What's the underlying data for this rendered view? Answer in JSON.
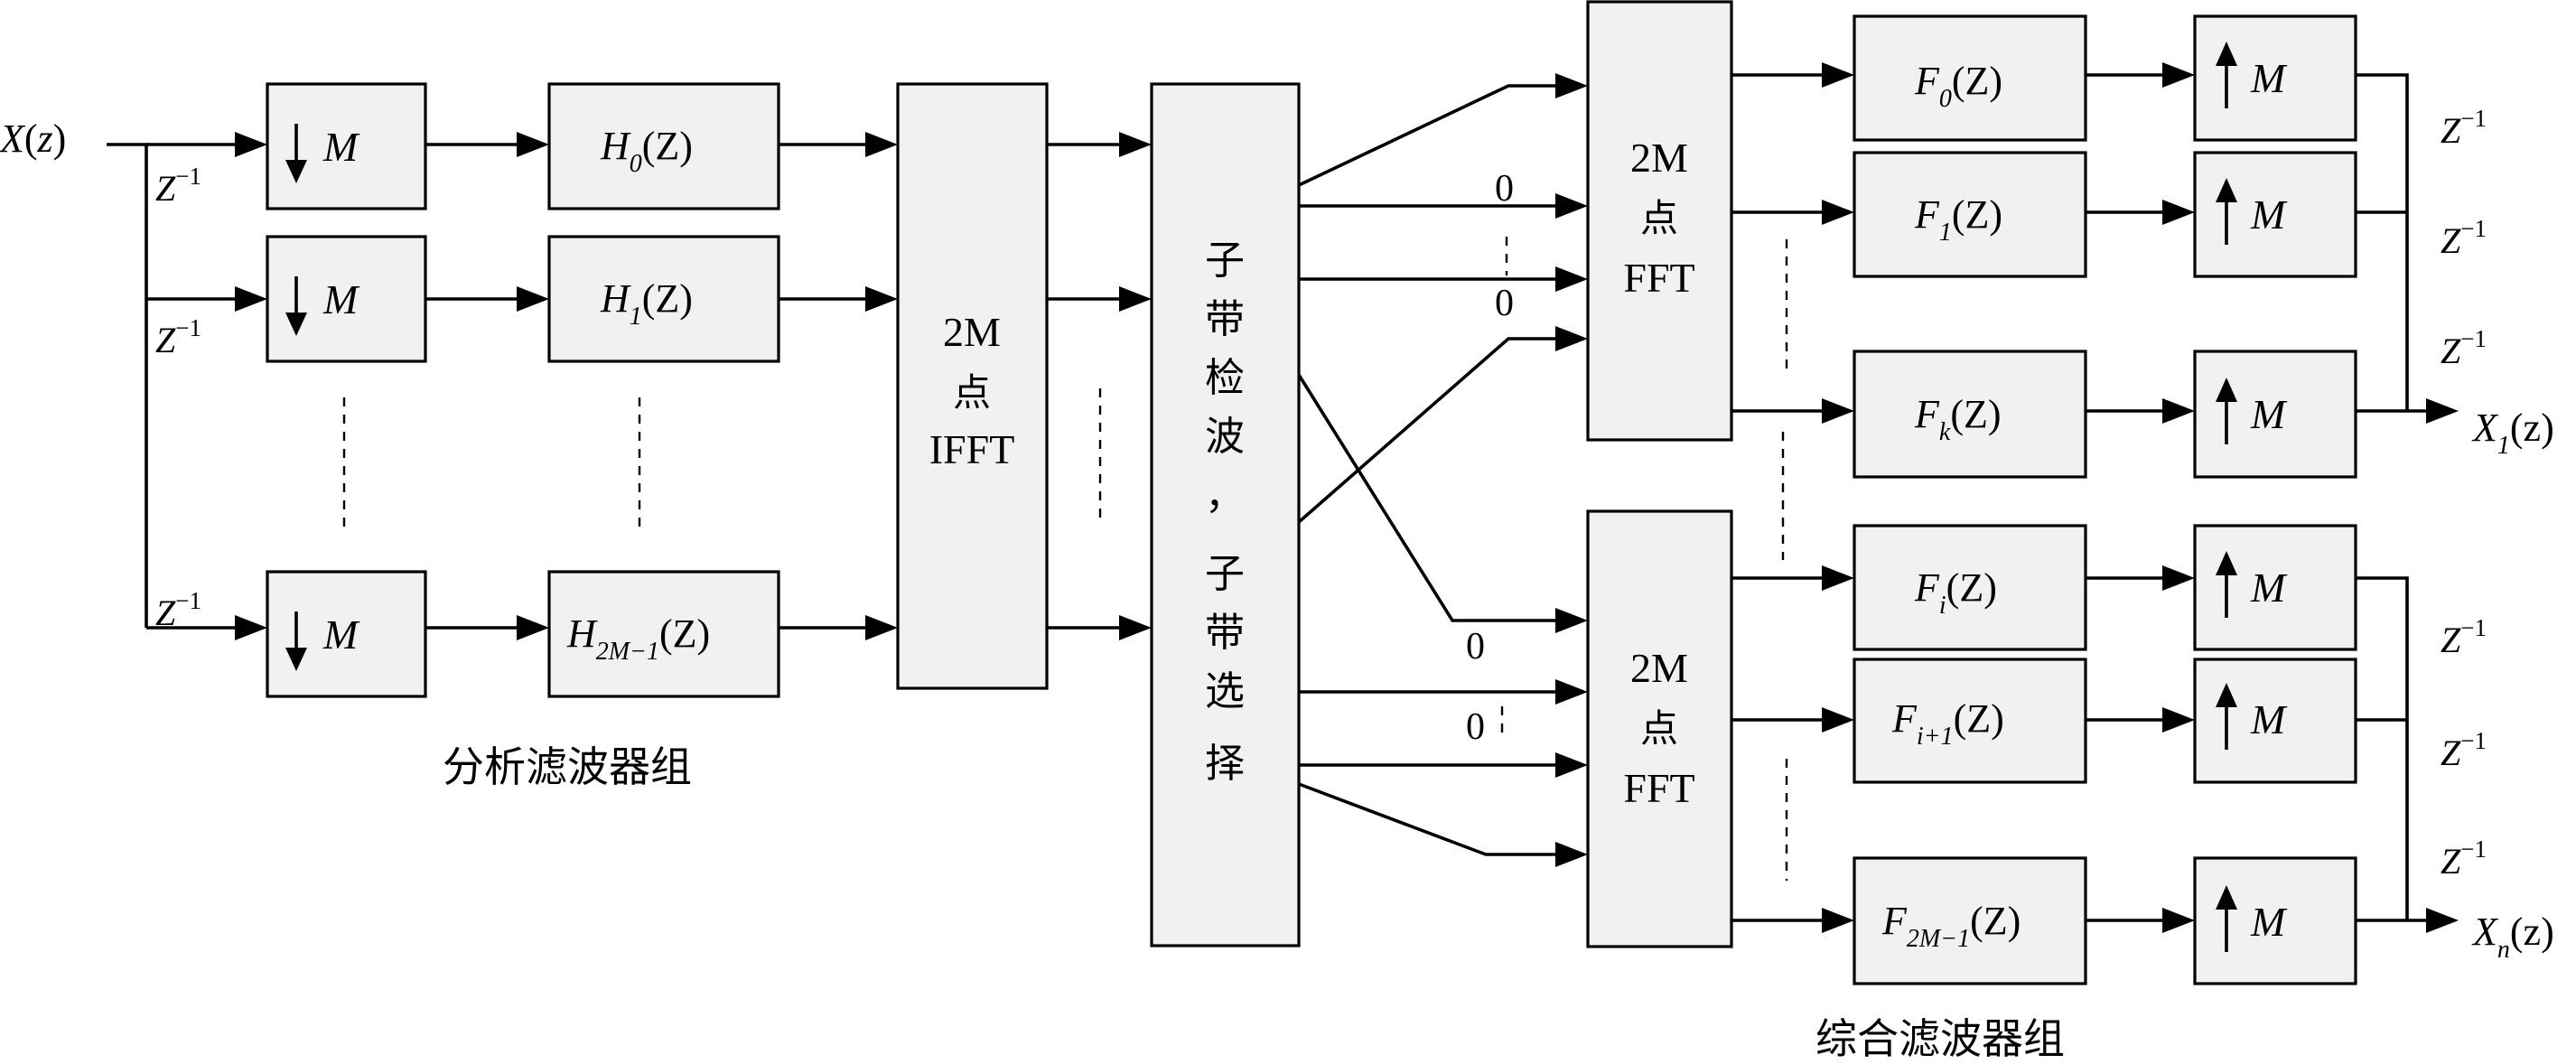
{
  "input": {
    "name": "X",
    "arg": "z"
  },
  "delay": {
    "base": "Z",
    "exp": "−1"
  },
  "zero": "0",
  "analysis": {
    "label": "分析滤波器组",
    "downsample": "M",
    "filter_name": "H",
    "filter_arg": "(Z)",
    "subs": [
      "0",
      "1",
      "2M−1"
    ]
  },
  "ifft": {
    "lines": [
      "2M",
      "点",
      "IFFT"
    ]
  },
  "selector": {
    "chars": [
      "子",
      "带",
      "检",
      "波",
      "，",
      "子",
      "带",
      "选",
      "择"
    ]
  },
  "fft": {
    "lines": [
      "2M",
      "点",
      "FFT"
    ]
  },
  "synthesis": {
    "label": "综合滤波器组",
    "upsample": "M",
    "filter_name": "F",
    "filter_arg": "(Z)",
    "top_subs": [
      "0",
      "1",
      "k"
    ],
    "bottom_subs": [
      "i",
      "i+1",
      "2M−1"
    ]
  },
  "outputs": [
    {
      "name": "X",
      "sub": "1",
      "arg": "(z)"
    },
    {
      "name": "X",
      "sub": "n",
      "arg": "(z)"
    }
  ]
}
